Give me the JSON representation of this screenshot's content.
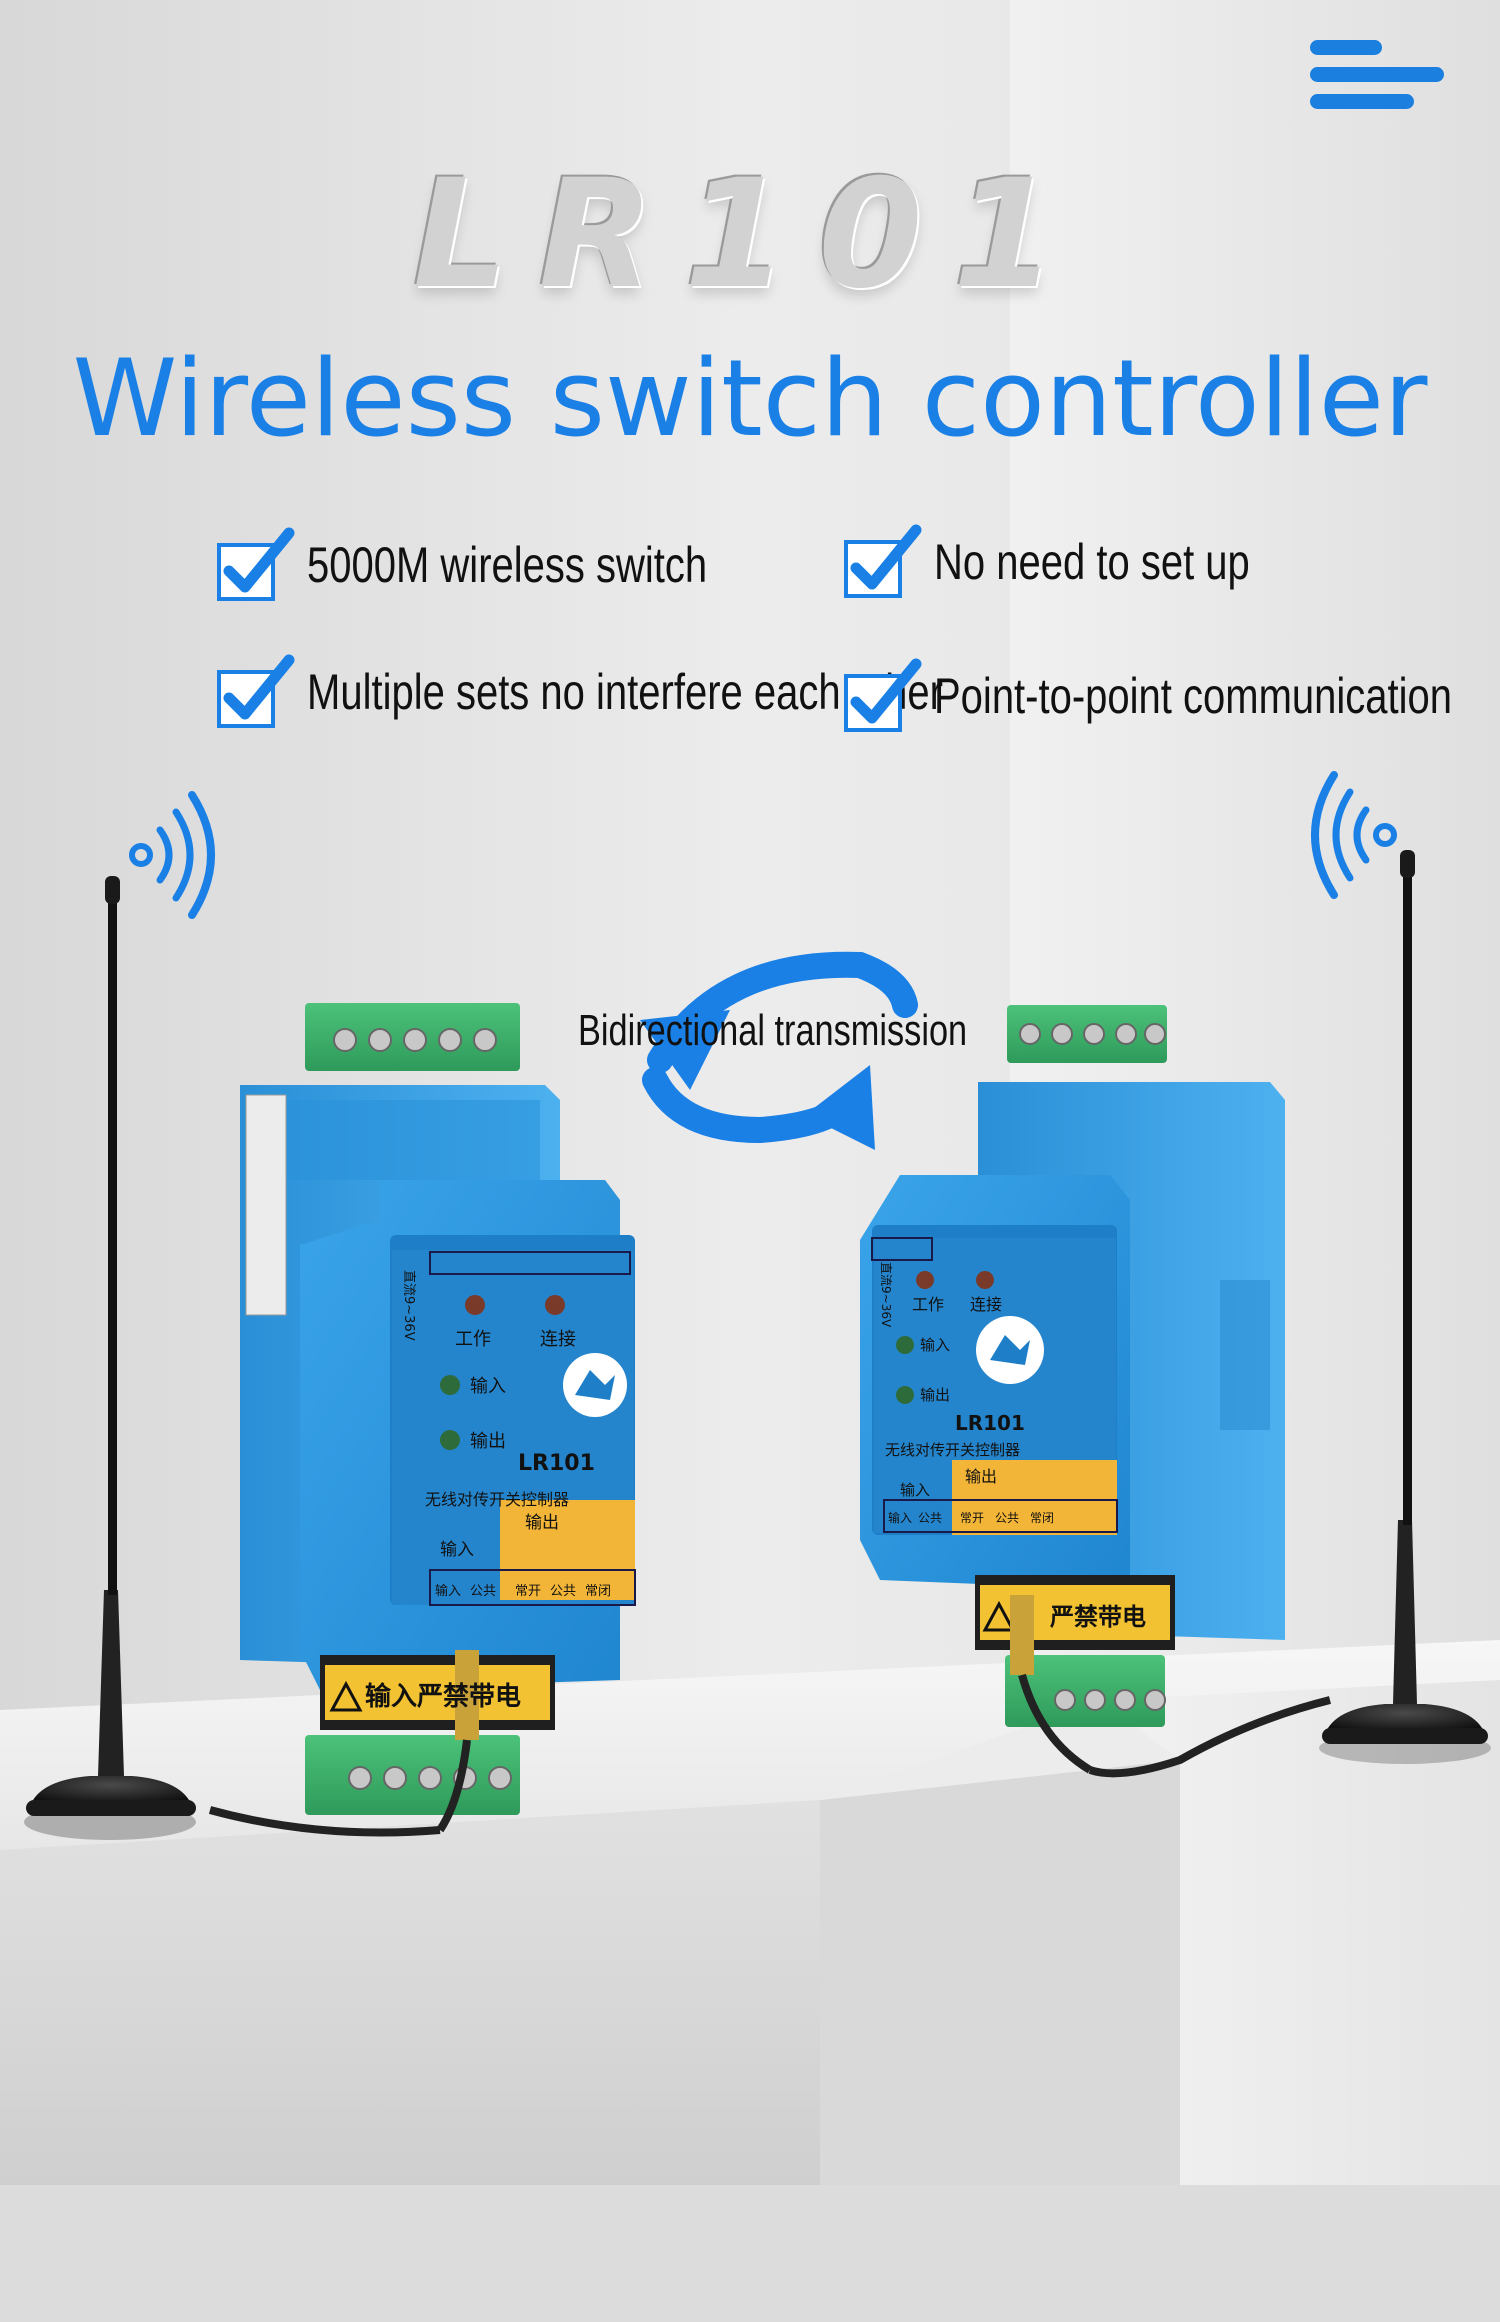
{
  "brand": {
    "logo_text": "LR101"
  },
  "headline": "Wireless switch controller",
  "features": [
    {
      "label": "5000M wireless switch",
      "icon": "checkbox-checked-icon"
    },
    {
      "label": "No need to set up",
      "icon": "checkbox-checked-icon"
    },
    {
      "label": "Multiple sets no interfere each other",
      "icon": "checkbox-checked-icon"
    },
    {
      "label": "Point-to-point communication",
      "icon": "checkbox-checked-icon"
    }
  ],
  "transmission_label": "Bidirectional transmission",
  "devices": [
    {
      "model": "LR101",
      "name": "无线对传开关控制器",
      "leds": [
        "工作",
        "连接",
        "输入",
        "输出"
      ],
      "terminal_labels": [
        "输入",
        "公共",
        "常开",
        "公共",
        "常闭"
      ],
      "input_label": "输入",
      "output_label": "输出",
      "warning": "输入严禁带电",
      "power": "直流9~36V"
    },
    {
      "model": "LR101",
      "name": "无线对传开关控制器",
      "leds": [
        "工作",
        "连接",
        "输入",
        "输出"
      ],
      "terminal_labels": [
        "输入",
        "公共",
        "常开",
        "公共",
        "常闭"
      ],
      "input_label": "输入",
      "output_label": "输出",
      "warning": "严禁带电",
      "power": "直流9~36V"
    }
  ],
  "colors": {
    "accent": "#1a80e6",
    "device_blue": "#2f9ae0",
    "terminal_green": "#3bb06a",
    "label_orange": "#f2b538",
    "text": "#111111"
  }
}
